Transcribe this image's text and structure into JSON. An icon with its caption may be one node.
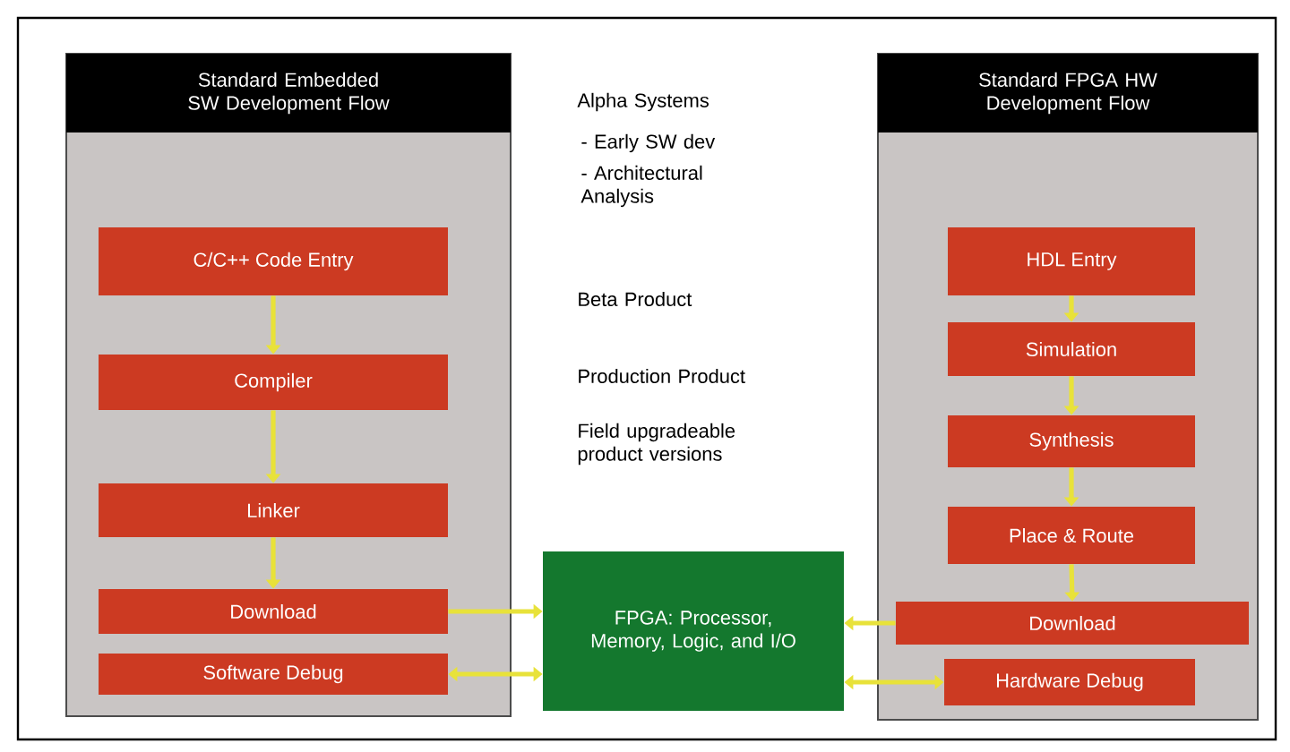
{
  "diagram": {
    "nodes": [
      {
        "text": [
          "Standard Embedded SW Development Flow"
        ]
      },
      {
        "text": [
          "C/C++ Code Entry"
        ],
        "in": 0
      },
      {
        "text": [
          "Compiler"
        ],
        "in": 0
      },
      {
        "text": [
          "Linker"
        ],
        "in": 0
      },
      {
        "text": [
          "Download"
        ],
        "in": 0
      },
      {
        "text": [
          "Software Debug"
        ],
        "in": 0
      },
      {
        "text": [
          "Standard FPGA HW Development Flow"
        ]
      },
      {
        "text": [
          "HDL Entry"
        ],
        "in": 6
      },
      {
        "text": [
          "Simulation"
        ],
        "in": 6
      },
      {
        "text": [
          "Synthesis"
        ],
        "in": 6
      },
      {
        "text": [
          "Place & Route"
        ],
        "in": 6
      },
      {
        "text": [
          "Download"
        ],
        "in": 6
      },
      {
        "text": [
          "Hardware Debug"
        ],
        "in": 6
      },
      {
        "text": [
          "FPGA: Processor, Memory, Logic, and I/O"
        ]
      }
    ],
    "edges": [
      {
        "from": 1,
        "to": 2,
        "arrow": "to"
      },
      {
        "from": 2,
        "to": 3,
        "arrow": "to"
      },
      {
        "from": 3,
        "to": 4,
        "arrow": "to"
      },
      {
        "from": 4,
        "to": 13,
        "arrow": "to"
      },
      {
        "from": 5,
        "to": 13,
        "arrow": "both"
      },
      {
        "from": 7,
        "to": 8,
        "arrow": "to"
      },
      {
        "from": 8,
        "to": 9,
        "arrow": "to"
      },
      {
        "from": 9,
        "to": 10,
        "arrow": "to"
      },
      {
        "from": 10,
        "to": 11,
        "arrow": "to"
      },
      {
        "from": 11,
        "to": 13,
        "arrow": "to"
      },
      {
        "from": 12,
        "to": 13,
        "arrow": "both"
      }
    ],
    "labels": [
      "Alpha Systems",
      "- Early SW dev",
      "- Architectural Analysis",
      "Beta Product",
      "Production Product",
      "Field upgradeable product versions"
    ]
  }
}
